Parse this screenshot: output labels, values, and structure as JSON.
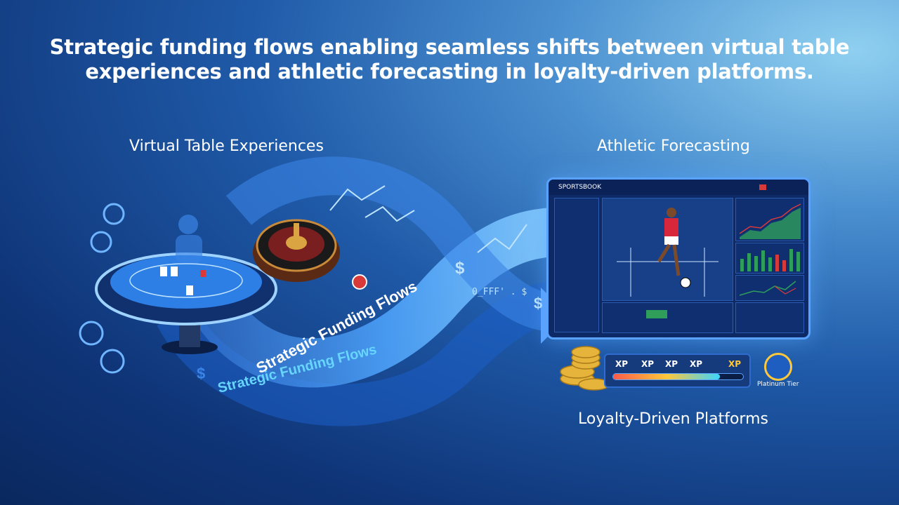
{
  "headline": {
    "line1": "Strategic funding flows enabling seamless shifts between virtual table",
    "line2": "experiences and athletic forecasting in loyalty-driven platforms."
  },
  "labels": {
    "virtual_table": "Virtual Table Experiences",
    "athletic": "Athletic Forecasting",
    "loyalty": "Loyalty-Driven Platforms"
  },
  "ribbons": {
    "upper": "Strategic Funding Flows",
    "lower": "Strategic Funding Flows"
  },
  "ribbon_symbols": {
    "dollar": "$",
    "code": "0_FFF' . $"
  },
  "dashboard": {
    "brand": "SPORTSBOOK"
  },
  "loyalty": {
    "xp_labels": [
      "XP",
      "XP",
      "XP",
      "XP",
      "XP"
    ],
    "tier": "Platinum Tier",
    "progress_fraction": 0.82
  },
  "colors": {
    "accent": "#5aa2ff",
    "gold": "#ffc83a"
  }
}
